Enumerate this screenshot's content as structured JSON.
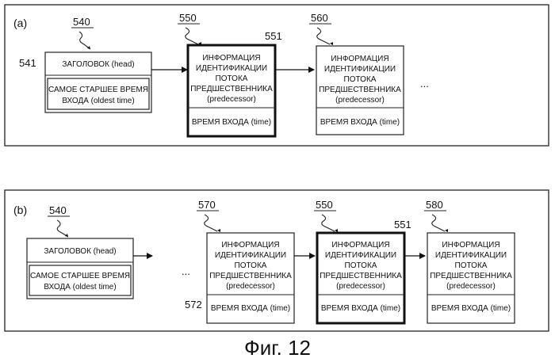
{
  "figure": {
    "caption": "Фиг. 12",
    "ellipsis": "...",
    "panel_a": {
      "label": "(a)",
      "head_block": {
        "ref": "540",
        "ref_side": "541",
        "head_label": "ЗАГОЛОВОК (head)",
        "oldest_line1": "САМОЕ СТАРШЕЕ ВРЕМЯ",
        "oldest_line2": "ВХОДА (oldest time)"
      },
      "node1": {
        "ref": "550",
        "ref_side": "551",
        "info_lines": [
          "ИНФОРМАЦИЯ",
          "ИДЕНТИФИКАЦИИ",
          "ПОТОКА",
          "ПРЕДШЕСТВЕННИКА",
          "(predecessor)"
        ],
        "time_label": "ВРЕМЯ ВХОДА (time)"
      },
      "node2": {
        "ref": "560",
        "info_lines": [
          "ИНФОРМАЦИЯ",
          "ИДЕНТИФИКАЦИИ",
          "ПОТОКА",
          "ПРЕДШЕСТВЕННИКА",
          "(predecessor)"
        ],
        "time_label": "ВРЕМЯ ВХОДА (time)"
      }
    },
    "panel_b": {
      "label": "(b)",
      "head_block": {
        "ref": "540",
        "head_label": "ЗАГОЛОВОК (head)",
        "oldest_line1": "САМОЕ СТАРШЕЕ ВРЕМЯ",
        "oldest_line2": "ВХОДА (oldest time)"
      },
      "node1": {
        "ref": "570",
        "ref_side": "572",
        "info_lines": [
          "ИНФОРМАЦИЯ",
          "ИДЕНТИФИКАЦИИ",
          "ПОТОКА",
          "ПРЕДШЕСТВЕННИКА",
          "(predecessor)"
        ],
        "time_label": "ВРЕМЯ ВХОДА (time)"
      },
      "node2": {
        "ref": "550",
        "ref_side": "551",
        "info_lines": [
          "ИНФОРМАЦИЯ",
          "ИДЕНТИФИКАЦИИ",
          "ПОТОКА",
          "ПРЕДШЕСТВЕННИКА",
          "(predecessor)"
        ],
        "time_label": "ВРЕМЯ ВХОДА (time)"
      },
      "node3": {
        "ref": "580",
        "info_lines": [
          "ИНФОРМАЦИЯ",
          "ИДЕНТИФИКАЦИИ",
          "ПОТОКА",
          "ПРЕДШЕСТВЕННИКА",
          "(predecessor)"
        ],
        "time_label": "ВРЕМЯ ВХОДА (time)"
      }
    }
  }
}
